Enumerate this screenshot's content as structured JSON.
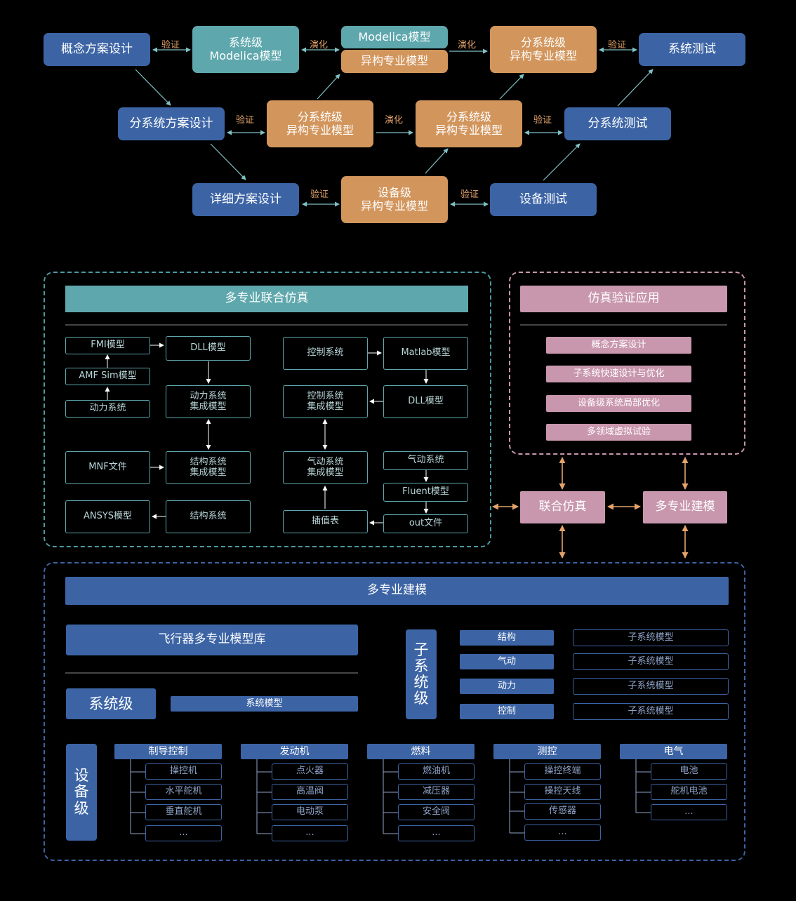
{
  "flow": {
    "concept_design": "概念方案设计",
    "sys_modelica": "系统级\nModelica模型",
    "modelica": "Modelica模型",
    "hetero": "异构专业模型",
    "sub_hetero_top": "分系统级\n异构专业模型",
    "sys_test": "系统测试",
    "sub_design": "分系统方案设计",
    "sub_hetero1": "分系统级\n异构专业模型",
    "sub_hetero2": "分系统级\n异构专业模型",
    "sub_test": "分系统测试",
    "detail_design": "详细方案设计",
    "dev_hetero": "设备级\n异构专业模型",
    "dev_test": "设备测试",
    "verify": "验证",
    "evolve": "演化"
  },
  "cosim": {
    "title": "多专业联合仿真",
    "fmi": "FMI模型",
    "dll1": "DLL模型",
    "amf": "AMF Sim模型",
    "power_int": "动力系统\n集成模型",
    "power_sys": "动力系统",
    "mnf": "MNF文件",
    "struct_int": "结构系统\n集成模型",
    "ansys": "ANSYS模型",
    "struct_sys": "结构系统",
    "ctrl_sys": "控制系统",
    "matlab": "Matlab模型",
    "ctrl_int": "控制系统\n集成模型",
    "dll2": "DLL模型",
    "aero_int": "气动系统\n集成模型",
    "aero_sys": "气动系统",
    "fluent": "Fluent模型",
    "interp": "插值表",
    "outfile": "out文件"
  },
  "verif": {
    "title": "仿真验证应用",
    "items": [
      "概念方案设计",
      "子系统快速设计与优化",
      "设备级系统局部优化",
      "多领域虚拟试验"
    ]
  },
  "joint_sim": "联合仿真",
  "multi_model": "多专业建模",
  "modeling": {
    "title": "多专业建模",
    "library": "飞行器多专业模型库",
    "sys_level": "系统级",
    "sys_model": "系统模型",
    "sub_level": "子\n系\n统\n级",
    "subsystems": [
      {
        "name": "结构",
        "model": "子系统模型"
      },
      {
        "name": "气动",
        "model": "子系统模型"
      },
      {
        "name": "动力",
        "model": "子系统模型"
      },
      {
        "name": "控制",
        "model": "子系统模型"
      }
    ],
    "dev_level": "设\n备\n级",
    "groups": [
      {
        "name": "制导控制",
        "items": [
          "操控机",
          "水平舵机",
          "垂直舵机",
          "..."
        ]
      },
      {
        "name": "发动机",
        "items": [
          "点火器",
          "高温阀",
          "电动泵",
          "..."
        ]
      },
      {
        "name": "燃料",
        "items": [
          "燃油机",
          "减压器",
          "安全阀",
          "..."
        ]
      },
      {
        "name": "测控",
        "items": [
          "操控终端",
          "操控天线",
          "传感器",
          "..."
        ]
      },
      {
        "name": "电气",
        "items": [
          "电池",
          "舵机电池",
          "..."
        ]
      }
    ]
  }
}
